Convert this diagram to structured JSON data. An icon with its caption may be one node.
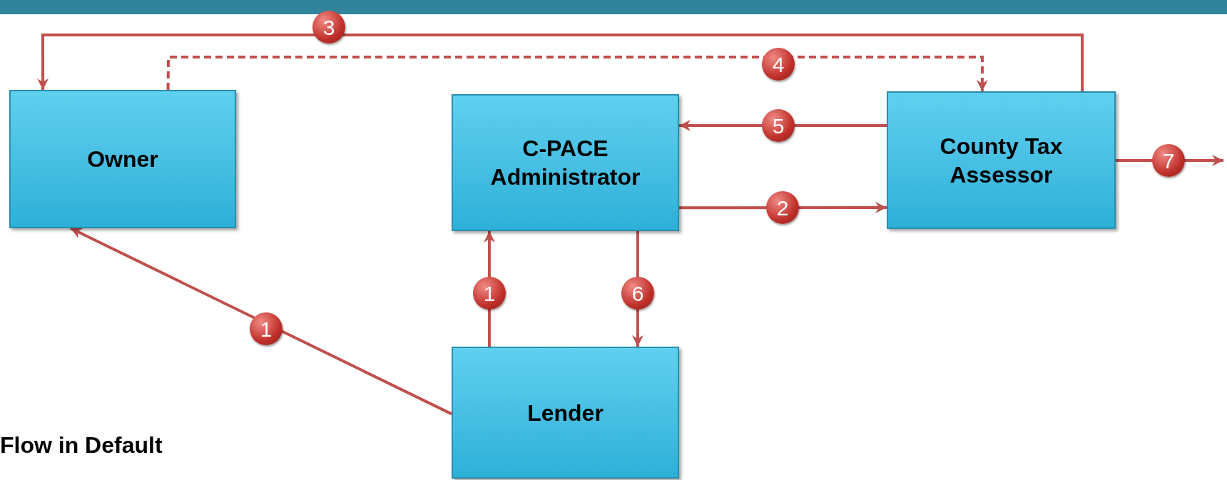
{
  "diagram": {
    "nodes": [
      {
        "text": [
          "Owner"
        ]
      },
      {
        "text": [
          "C-PACE Administrator"
        ]
      },
      {
        "text": [
          "County Tax Assessor"
        ]
      },
      {
        "text": [
          "Lender"
        ]
      }
    ],
    "edges": [
      {
        "from": 3,
        "to": 0,
        "arrow": "to",
        "label": "1"
      },
      {
        "from": 3,
        "to": 1,
        "arrow": "to",
        "label": "1"
      },
      {
        "from": 1,
        "to": 2,
        "arrow": "to",
        "label": "2"
      },
      {
        "from": 2,
        "to": 0,
        "arrow": "to",
        "label": "3"
      },
      {
        "from": 0,
        "to": 2,
        "arrow": "to",
        "label": "4",
        "style": "dashed"
      },
      {
        "from": 2,
        "to": 1,
        "arrow": "to",
        "label": "5"
      },
      {
        "from": 1,
        "to": 3,
        "arrow": "to",
        "label": "6"
      },
      {
        "from": 2,
        "to": null,
        "arrow": "to",
        "label": "7"
      }
    ],
    "labels": [
      "Flow in Default"
    ]
  }
}
